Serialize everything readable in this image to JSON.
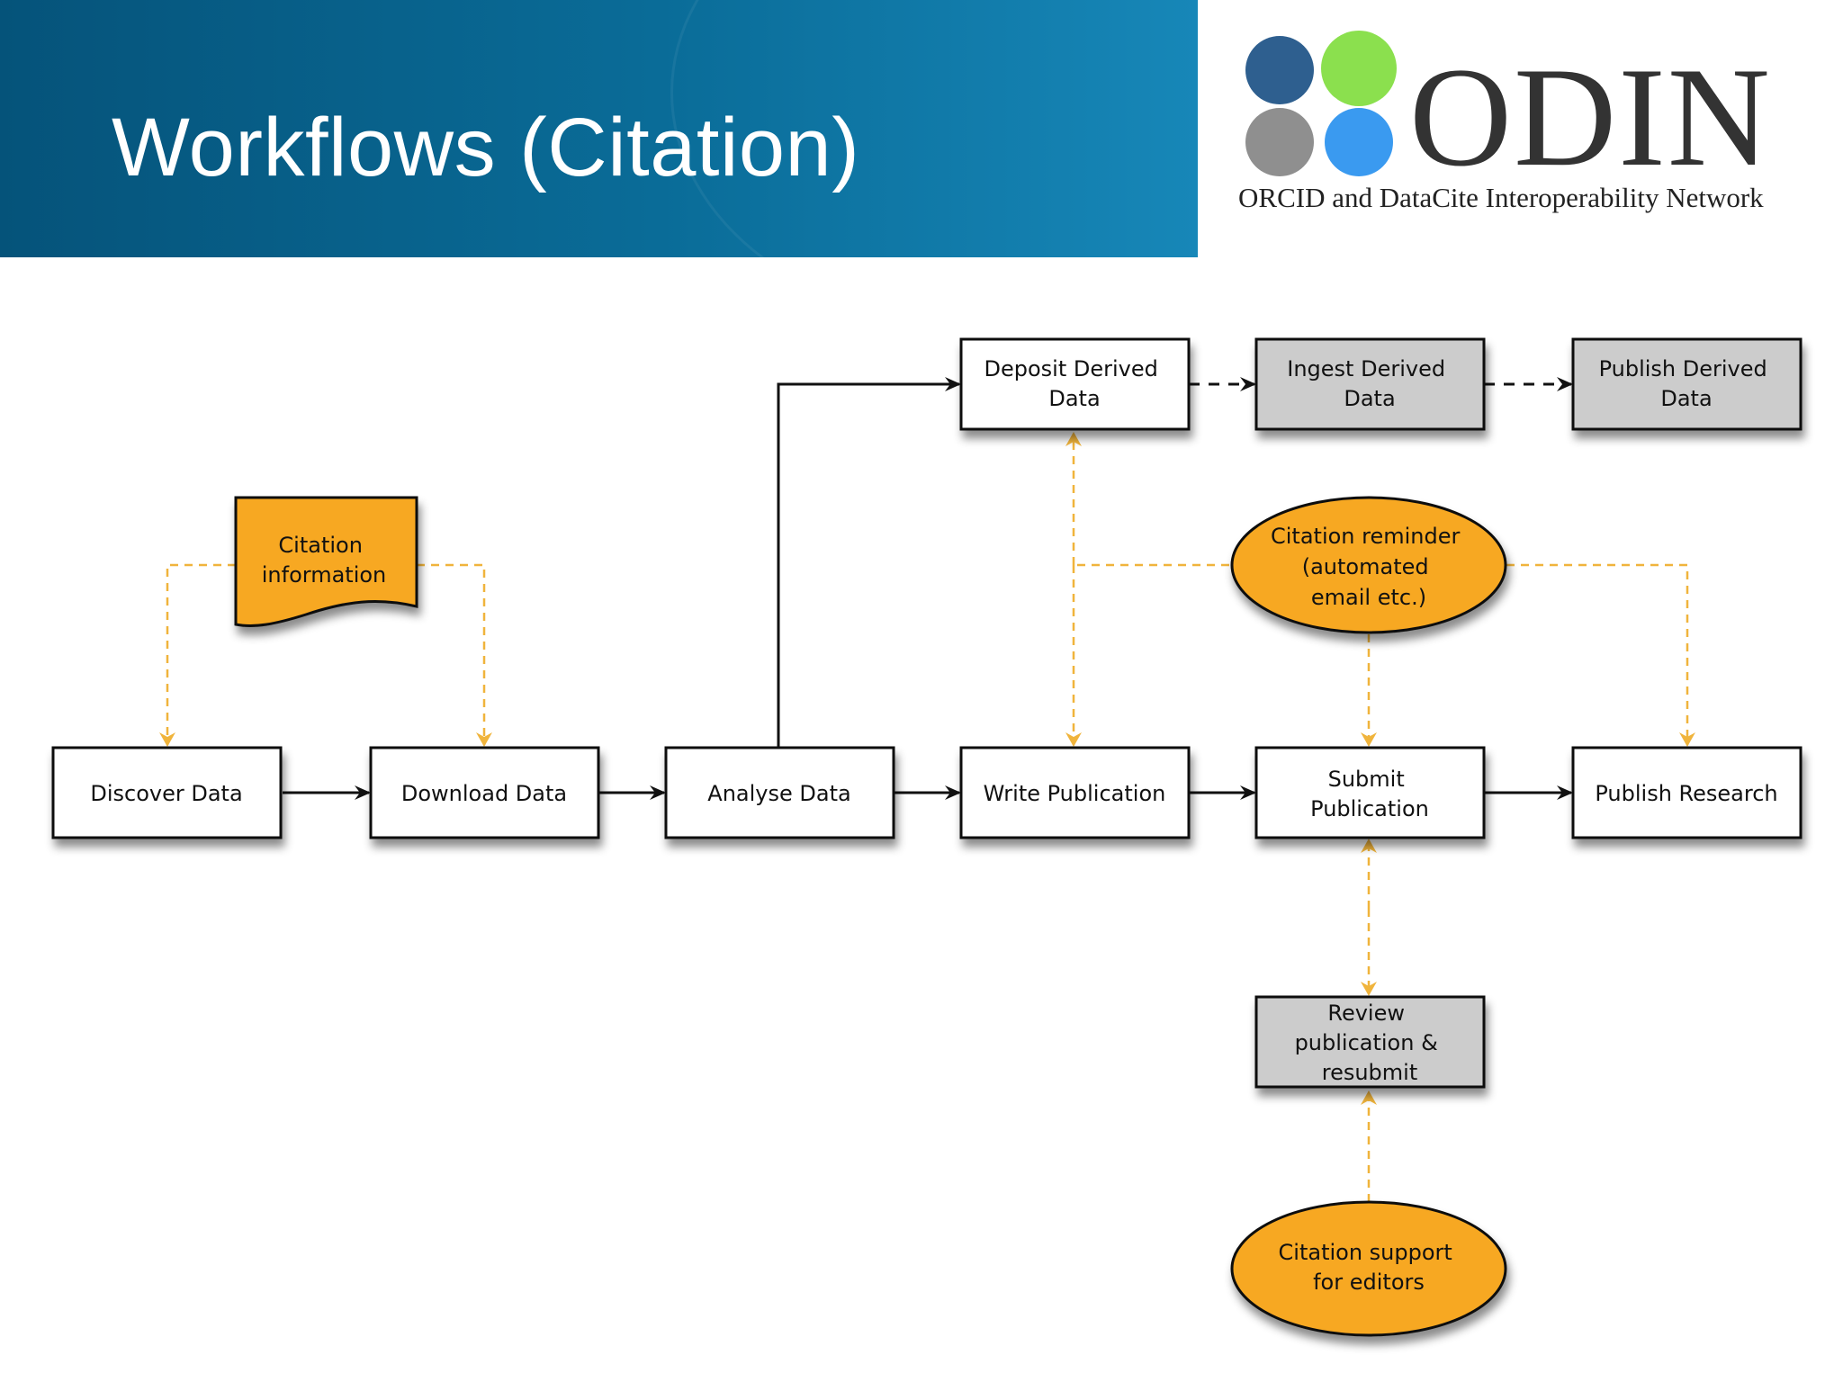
{
  "header": {
    "title": "Workflows (Citation)"
  },
  "logo": {
    "wordmark": "ODIN",
    "tagline": "ORCID and DataCite Interoperability Network",
    "colors": [
      "#2e5f8f",
      "#8be04e",
      "#8f8f8f",
      "#3a9af0"
    ]
  },
  "diagram": {
    "nodes": {
      "discover": {
        "lines": [
          "Discover Data"
        ]
      },
      "download": {
        "lines": [
          "Download Data"
        ]
      },
      "analyse": {
        "lines": [
          "Analyse Data"
        ]
      },
      "write": {
        "lines": [
          "Write Publication"
        ]
      },
      "submit": {
        "lines": [
          "Submit",
          "Publication"
        ]
      },
      "publish_research": {
        "lines": [
          "Publish Research"
        ]
      },
      "deposit": {
        "lines": [
          "Deposit Derived",
          "Data"
        ]
      },
      "ingest": {
        "lines": [
          "Ingest Derived",
          "Data"
        ]
      },
      "publish_derived": {
        "lines": [
          "Publish Derived",
          "Data"
        ]
      },
      "citation_info": {
        "lines": [
          "Citation",
          "information"
        ]
      },
      "citation_reminder": {
        "lines": [
          "Citation reminder",
          "(automated",
          "email etc.)"
        ]
      },
      "review": {
        "lines": [
          "Review",
          "publication &",
          "resubmit"
        ]
      },
      "citation_support": {
        "lines": [
          "Citation support",
          "for editors"
        ]
      }
    },
    "colors": {
      "process_fill": "#ffffff",
      "external_fill": "#cccccc",
      "support_fill": "#f7a823",
      "dashed_link": "#f0b43c",
      "solid_link": "#111111"
    }
  }
}
